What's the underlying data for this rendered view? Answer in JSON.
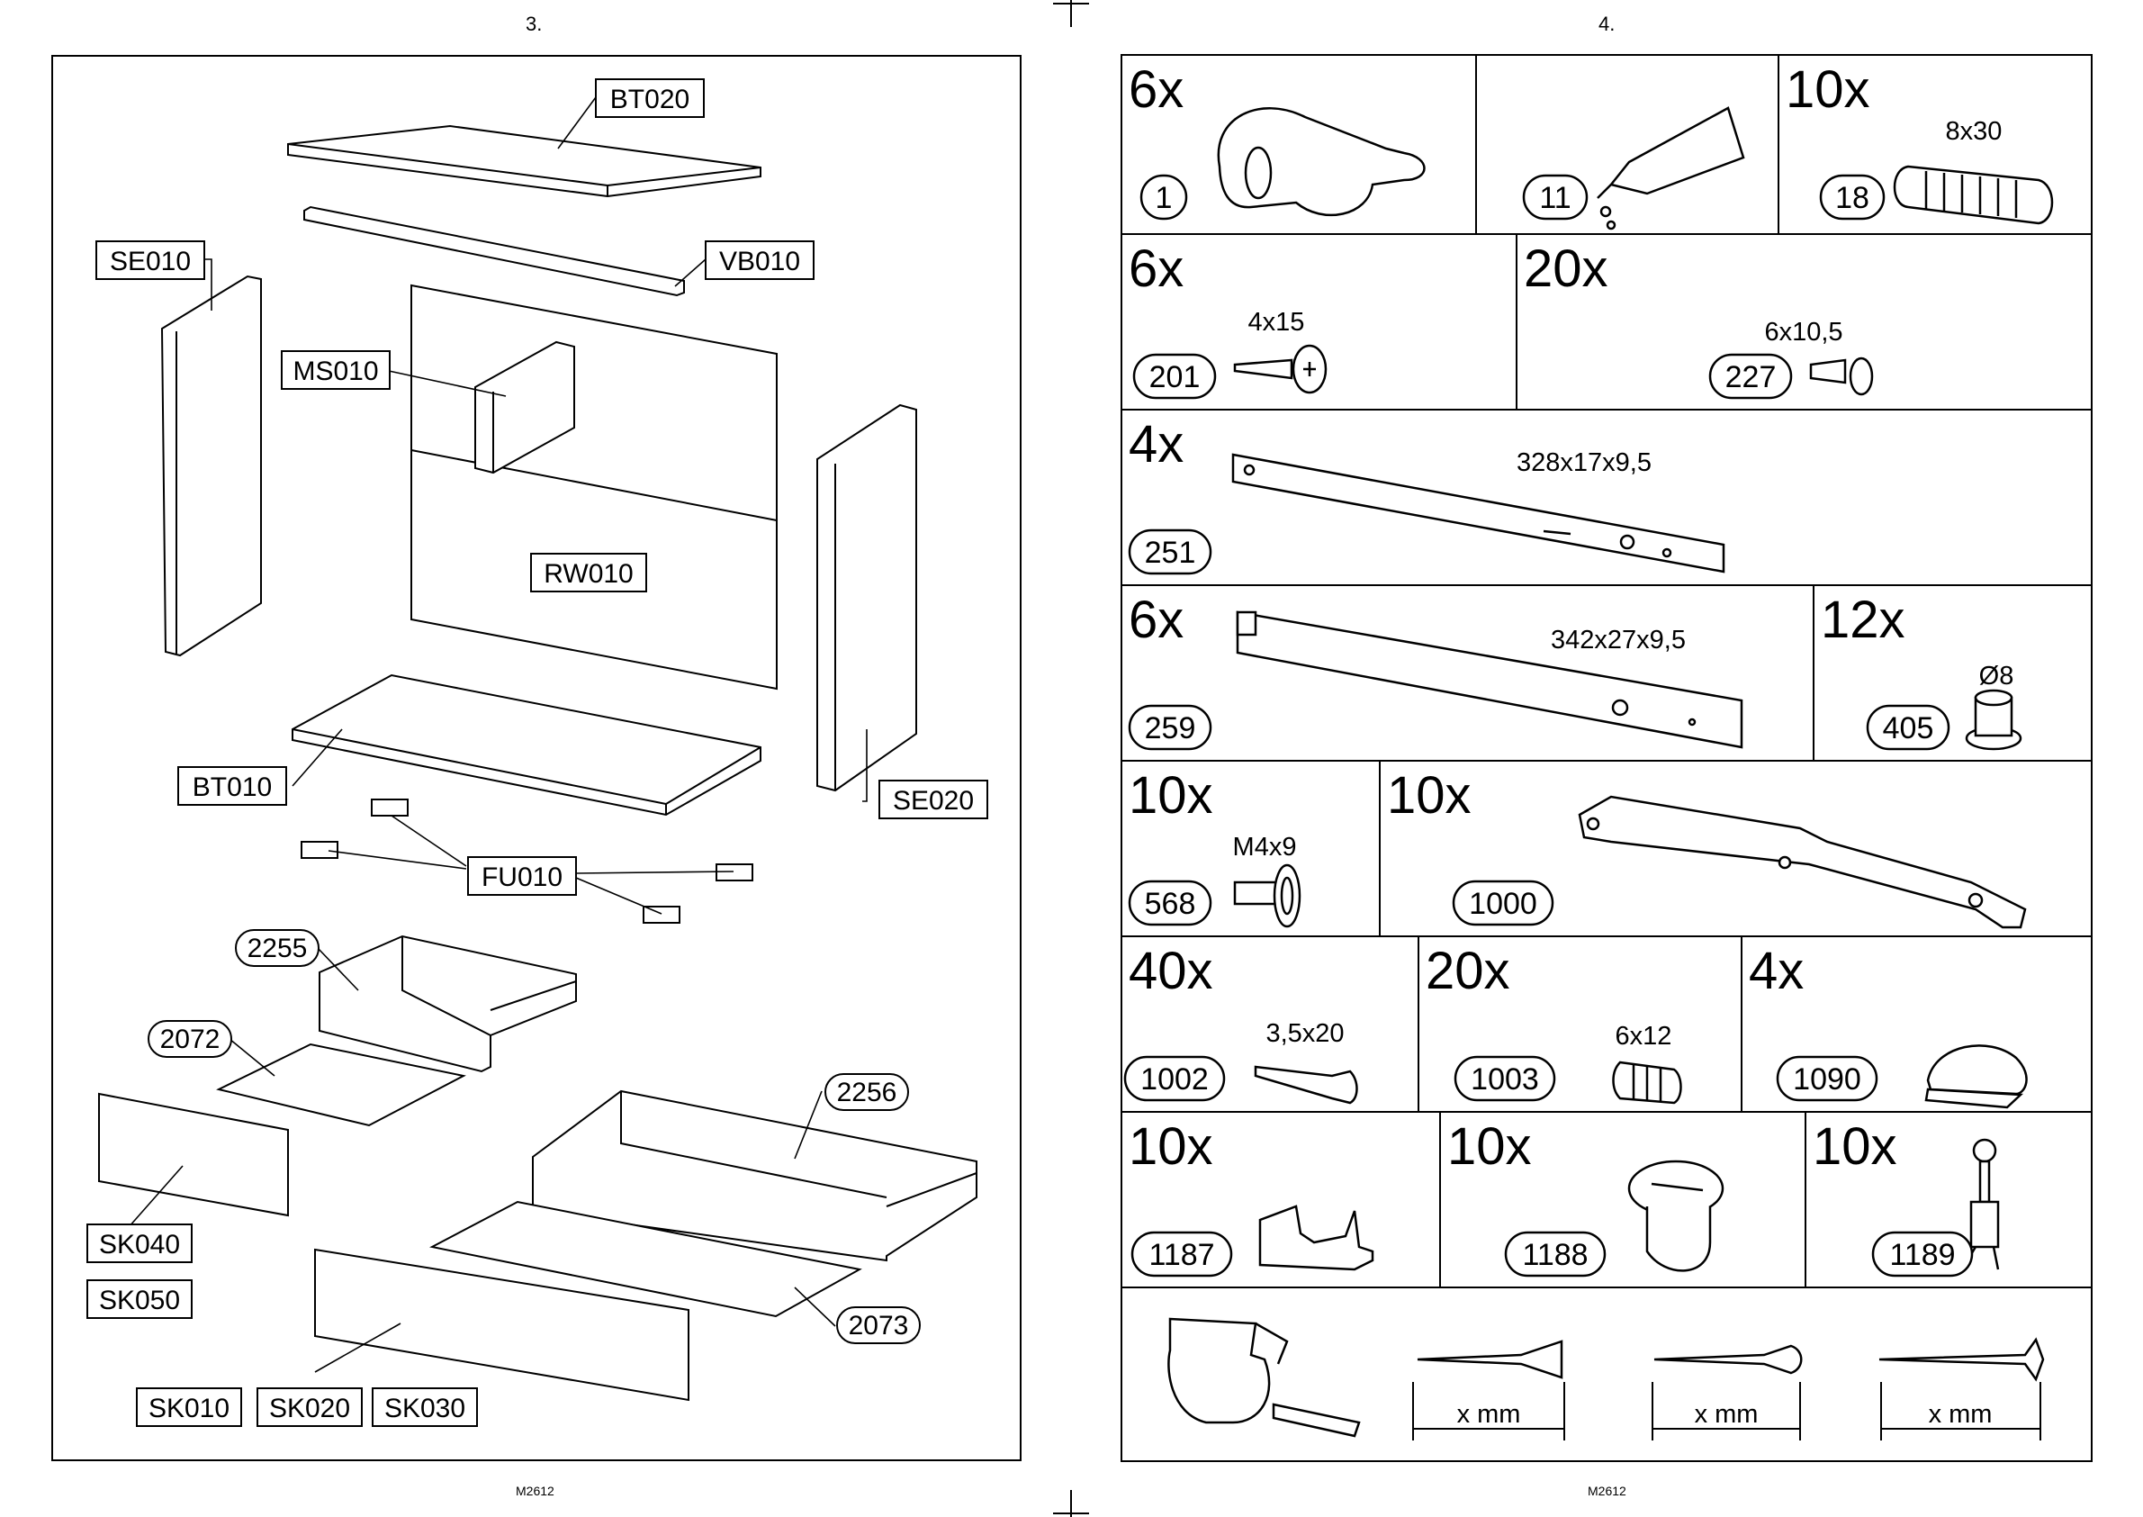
{
  "pages": {
    "left_number": "3.",
    "right_number": "4.",
    "left_footer": "M2612",
    "right_footer": "M2612"
  },
  "exploded_view": {
    "labels": {
      "bt020": "BT020",
      "se010": "SE010",
      "vb010": "VB010",
      "ms010": "MS010",
      "rw010": "RW010",
      "bt010": "BT010",
      "se020": "SE020",
      "fu010": "FU010",
      "p2255": "2255",
      "p2072": "2072",
      "p2256": "2256",
      "sk040": "SK040",
      "sk050": "SK050",
      "p2073": "2073",
      "sk010": "SK010",
      "sk020": "SK020",
      "sk030": "SK030"
    }
  },
  "parts_list": {
    "rows": [
      [
        {
          "qty": "6x",
          "num": "1",
          "dim": "",
          "icon": "cam-lock-bracket-icon"
        },
        {
          "qty": "",
          "num": "11",
          "dim": "",
          "icon": "glue-tube-icon"
        },
        {
          "qty": "10x",
          "num": "18",
          "dim": "8x30",
          "icon": "wooden-dowel-icon"
        }
      ],
      [
        {
          "qty": "6x",
          "num": "201",
          "dim": "4x15",
          "icon": "screw-icon"
        },
        {
          "qty": "20x",
          "num": "227",
          "dim": "6x10,5",
          "icon": "euro-screw-icon"
        }
      ],
      [
        {
          "qty": "4x",
          "num": "251",
          "dim": "328x17x9,5",
          "icon": "drawer-rail-icon"
        }
      ],
      [
        {
          "qty": "6x",
          "num": "259",
          "dim": "342x27x9,5",
          "icon": "drawer-rail-icon"
        },
        {
          "qty": "12x",
          "num": "405",
          "dim": "Ø8",
          "icon": "cap-icon"
        }
      ],
      [
        {
          "qty": "10x",
          "num": "568",
          "dim": "M4x9",
          "icon": "bolt-icon"
        },
        {
          "qty": "10x",
          "num": "1000",
          "dim": "",
          "icon": "runner-icon"
        }
      ],
      [
        {
          "qty": "40x",
          "num": "1002",
          "dim": "3,5x20",
          "icon": "wood-screw-icon"
        },
        {
          "qty": "20x",
          "num": "1003",
          "dim": "6x12",
          "icon": "plastic-dowel-icon"
        },
        {
          "qty": "4x",
          "num": "1090",
          "dim": "",
          "icon": "shelf-support-icon"
        }
      ],
      [
        {
          "qty": "10x",
          "num": "1187",
          "dim": "",
          "icon": "clip-icon"
        },
        {
          "qty": "10x",
          "num": "1188",
          "dim": "",
          "icon": "cam-connector-icon"
        },
        {
          "qty": "10x",
          "num": "1189",
          "dim": "",
          "icon": "connector-pin-icon"
        }
      ]
    ],
    "measure_row": {
      "label1": "x mm",
      "label2": "x mm",
      "label3": "x mm"
    }
  }
}
